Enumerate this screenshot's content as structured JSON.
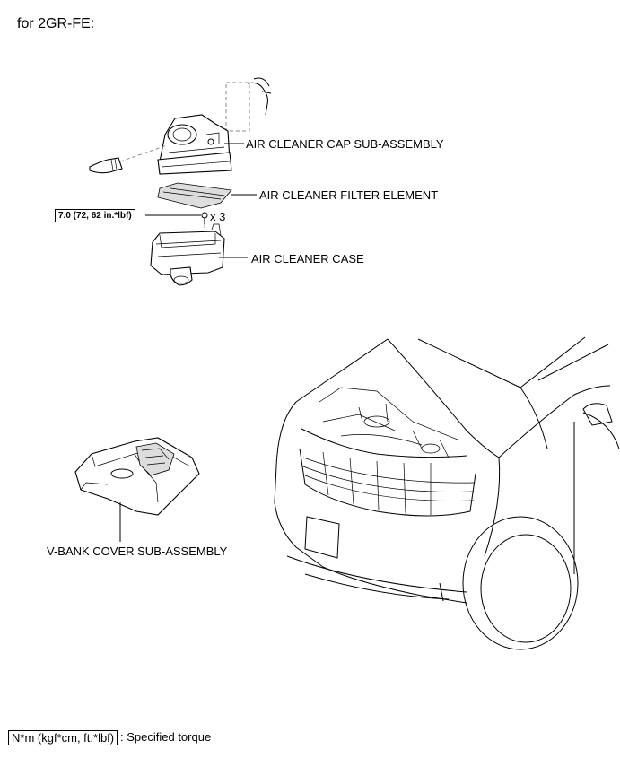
{
  "heading": "for 2GR-FE:",
  "parts": {
    "air_cleaner_cap": "AIR CLEANER CAP SUB-ASSEMBLY",
    "air_cleaner_filter": "AIR CLEANER FILTER ELEMENT",
    "air_cleaner_case": "AIR CLEANER CASE",
    "v_bank_cover": "V-BANK COVER SUB-ASSEMBLY"
  },
  "torque": {
    "value": "7.0 (72, 62 in.*lbf)",
    "quantity": "x 3"
  },
  "legend": {
    "box_label": "N*m (kgf*cm, ft.*lbf)",
    "description": ": Specified torque"
  }
}
